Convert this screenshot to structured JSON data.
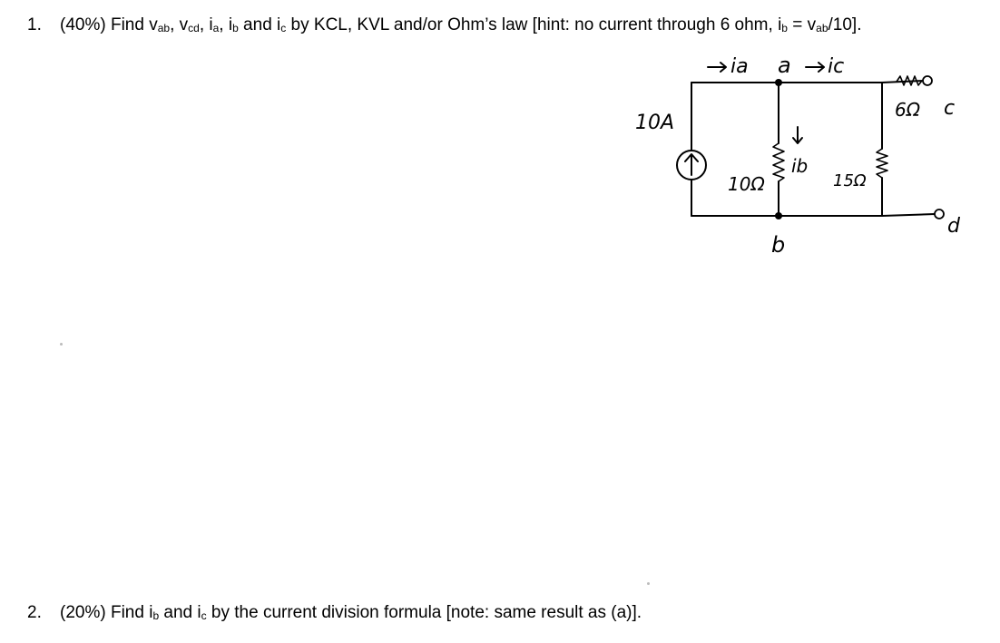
{
  "questions": [
    {
      "number": "1.",
      "text_prefix": "(40%) Find ",
      "v": "v",
      "ab": "ab",
      "cd": "cd",
      "comma": ", ",
      "i": "i",
      "a": "a",
      "b": "b",
      "c": "c",
      "and_word": " and ",
      "text_mid": " by KCL, KVL and/or Ohm’s law [hint: no current through 6 ohm, ",
      "equals": " = ",
      "text_suffix": "/10]."
    },
    {
      "number": "2.",
      "text_prefix": "(20%) Find ",
      "i": "i",
      "b": "b",
      "c": "c",
      "and_word": " and ",
      "text_suffix": " by the current division formula [note: same result as (a)]."
    }
  ],
  "circuit": {
    "source_label": "10A",
    "current_a_label": "ia",
    "current_b_label": "ib",
    "current_c_label": "ic",
    "node_a": "a",
    "node_b": "b",
    "node_c": "c",
    "node_d": "d",
    "r1_label": "10Ω",
    "r2_label": "15Ω",
    "r3_label": "6Ω"
  }
}
